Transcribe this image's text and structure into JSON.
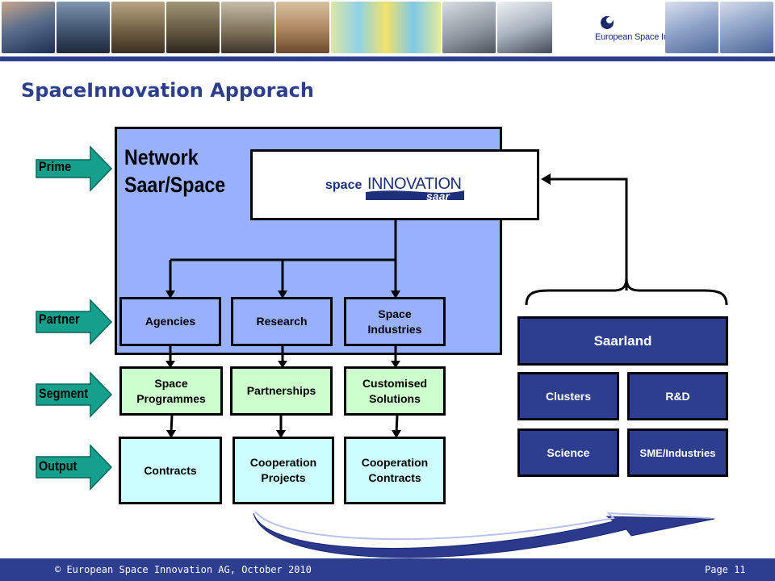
{
  "header": {
    "logo_text": "European Space Innovation AG",
    "photos": [
      "earth-photo",
      "conference-photo",
      "audience-photo",
      "astronaut-photo",
      "lab-tubes-photo",
      "keyboard-photo",
      "handshake-photo",
      "map-photo",
      "map-photo-2"
    ]
  },
  "title": "SpaceInnovation Apporach",
  "network": {
    "title_line1": "Network",
    "title_line2": "Saar/Space",
    "logo_top": "space",
    "logo_main": "INNOVATION",
    "logo_sub": "saar"
  },
  "levels": {
    "prime": "Prime",
    "partner": "Partner",
    "segment": "Segment",
    "output": "Output"
  },
  "partners": [
    "Agencies",
    "Research",
    "Space Industries"
  ],
  "segments": [
    "Space Programmes",
    "Partnerships",
    "Customised Solutions"
  ],
  "outputs": [
    "Contracts",
    "Cooperation Projects",
    "Cooperation Contracts"
  ],
  "saarland": {
    "title": "Saarland",
    "items": [
      "Clusters",
      "R&D",
      "Science",
      "SME/Industries"
    ]
  },
  "footer": {
    "copyright": "© European Space Innovation AG, October 2010",
    "page": "Page 11"
  },
  "colors": {
    "navy": "#2d3e8f",
    "panel_blue": "#99b0ff",
    "segment_green": "#ccffcc",
    "output_cyan": "#ccffff",
    "arrow_teal": "#14a08c"
  }
}
